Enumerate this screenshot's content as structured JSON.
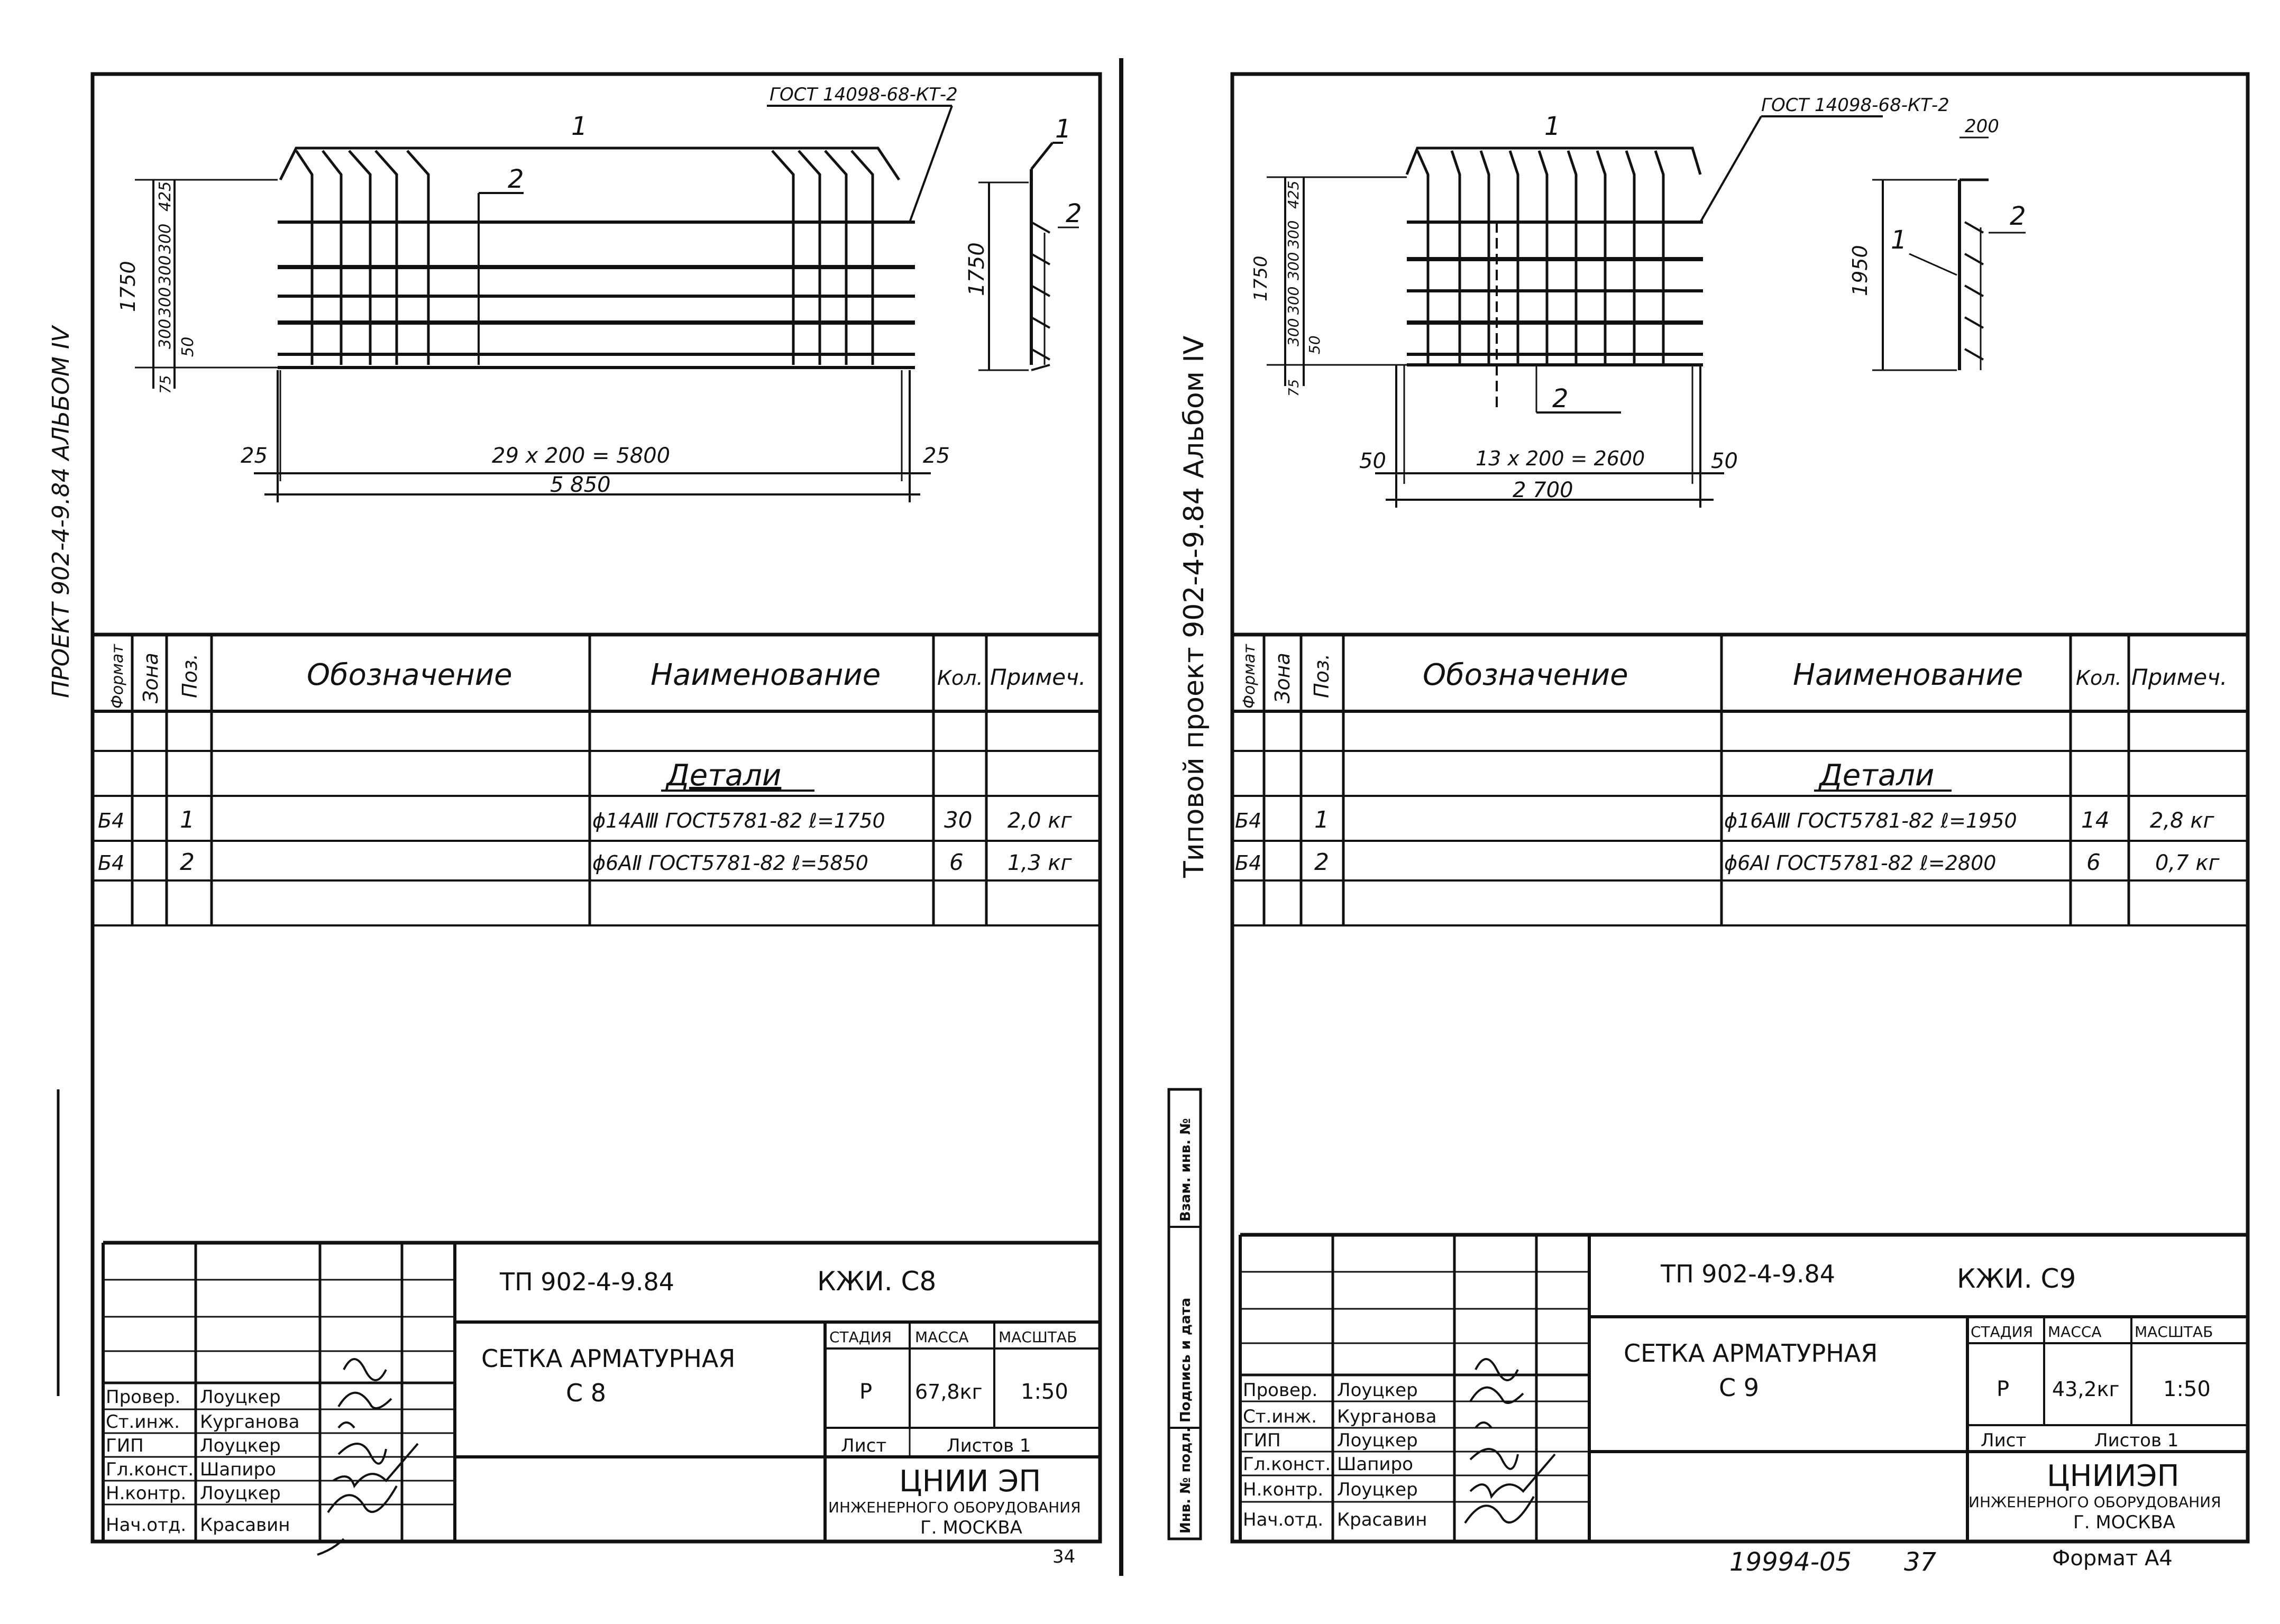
{
  "margin_left": {
    "project_vert": "ПРОЕКТ 902-4-9.84  АЛЬБОМ IV",
    "typical_vert": "Типовой проект 902-4-9.84 Альбом IV",
    "stamp_labels": [
      "Инв. № подл.",
      "Подпись и дата",
      "Взам. инв. №"
    ]
  },
  "sheets": [
    {
      "id": "c8",
      "drawing": {
        "gost": "ГОСТ 14098-68-КТ-2",
        "leader_1": "1",
        "leader_2": "2",
        "side_1": "1",
        "side_2": "2",
        "height_total": "1750",
        "spacing_labels": [
          "425",
          "300",
          "300",
          "300",
          "300",
          "50",
          "75"
        ],
        "span_dim": "29 x 200 = 5800",
        "total_dim": "5 850",
        "left_offset": "25",
        "right_offset": "25",
        "side_height": "1750"
      },
      "spec": {
        "headers": [
          "Формат",
          "Зона",
          "Поз.",
          "Обозначение",
          "Наименование",
          "Кол.",
          "Примеч."
        ],
        "section": "Детали",
        "rows": [
          {
            "format": "Б4",
            "pos": "1",
            "name": "ϕ14АⅢ ГОСТ5781-82 ℓ=1750",
            "qty": "30",
            "note": "2,0 кг"
          },
          {
            "format": "Б4",
            "pos": "2",
            "name": "ϕ6АⅡ ГОСТ5781-82 ℓ=5850",
            "qty": "6",
            "note": "1,3 кг"
          }
        ]
      },
      "title_block": {
        "project_code": "ТП 902-4-9.84",
        "doc_code": "КЖИ. С8",
        "title_line1": "СЕТКА АРМАТУРНАЯ",
        "title_line2": "С 8",
        "stage_label": "СТАДИЯ",
        "mass_label": "МАССА",
        "scale_label": "МАСШТАБ",
        "stage": "Р",
        "mass": "67,8кг",
        "scale": "1:50",
        "sheet_label": "Лист",
        "sheets_label": "Листов 1",
        "org_name": "ЦНИИ ЭП",
        "org_sub": "ИНЖЕНЕРНОГО ОБОРУДОВАНИЯ",
        "org_city": "Г. МОСКВА",
        "people": [
          {
            "role": "Провер.",
            "name": "Лоуцкер"
          },
          {
            "role": "Ст.инж.",
            "name": "Курганова"
          },
          {
            "role": "ГИП",
            "name": "Лоуцкер"
          },
          {
            "role": "Гл.конст.",
            "name": "Шапиро"
          },
          {
            "role": "Н.контр.",
            "name": "Лоуцкер"
          },
          {
            "role": "Нач.отд.",
            "name": "Красавин"
          }
        ]
      }
    },
    {
      "id": "c9",
      "drawing": {
        "gost": "ГОСТ 14098-68-КТ-2",
        "leader_1": "1",
        "leader_2": "2",
        "side_1": "1",
        "side_2": "2",
        "side_top": "200",
        "height_total": "1750",
        "spacing_labels": [
          "425",
          "300",
          "300",
          "300",
          "300",
          "50",
          "75"
        ],
        "span_dim": "13 x 200 = 2600",
        "total_dim": "2 700",
        "left_offset": "50",
        "right_offset": "50",
        "side_height": "1950"
      },
      "spec": {
        "headers": [
          "Формат",
          "Зона",
          "Поз.",
          "Обозначение",
          "Наименование",
          "Кол.",
          "Примеч."
        ],
        "section": "Детали",
        "rows": [
          {
            "format": "Б4",
            "pos": "1",
            "name": "ϕ16АⅢ ГОСТ5781-82 ℓ=1950",
            "qty": "14",
            "note": "2,8 кг"
          },
          {
            "format": "Б4",
            "pos": "2",
            "name": "ϕ6АⅠ ГОСТ5781-82 ℓ=2800",
            "qty": "6",
            "note": "0,7 кг"
          }
        ]
      },
      "title_block": {
        "project_code": "ТП 902-4-9.84",
        "doc_code": "КЖИ. С9",
        "title_line1": "СЕТКА АРМАТУРНАЯ",
        "title_line2": "С 9",
        "stage_label": "СТАДИЯ",
        "mass_label": "МАССА",
        "scale_label": "МАСШТАБ",
        "stage": "Р",
        "mass": "43,2кг",
        "scale": "1:50",
        "sheet_label": "Лист",
        "sheets_label": "Листов 1",
        "org_name": "ЦНИИЭП",
        "org_sub": "ИНЖЕНЕРНОГО ОБОРУДОВАНИЯ",
        "org_city": "Г. МОСКВА",
        "people": [
          {
            "role": "Провер.",
            "name": "Лоуцкер"
          },
          {
            "role": "Ст.инж.",
            "name": "Курганова"
          },
          {
            "role": "ГИП",
            "name": "Лоуцкер"
          },
          {
            "role": "Гл.конст.",
            "name": "Шапиро"
          },
          {
            "role": "Н.контр.",
            "name": "Лоуцкер"
          },
          {
            "role": "Нач.отд.",
            "name": "Красавин"
          }
        ]
      }
    }
  ],
  "footer": {
    "sheet_left": "34",
    "inventory": "19994-05",
    "page": "37",
    "format": "Формат А4"
  }
}
